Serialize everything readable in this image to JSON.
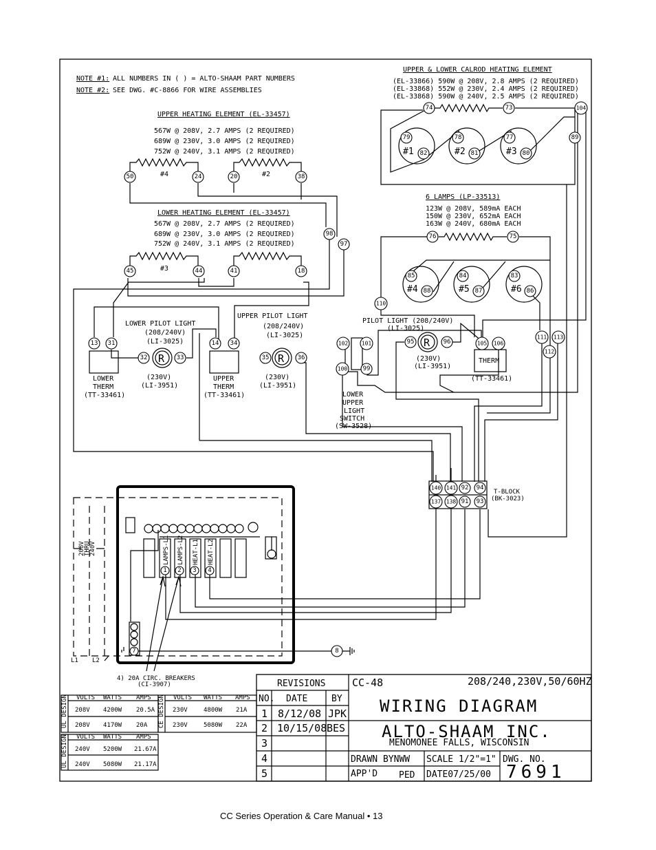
{
  "notes": {
    "note1_label": "NOTE #1:",
    "note1_text": "ALL NUMBERS IN ( ) = ALTO-SHAAM PART NUMBERS",
    "note2_label": "NOTE #2:",
    "note2_text": "SEE DWG. #C-8866 FOR WIRE ASSEMBLIES"
  },
  "upper_heating": {
    "title": "UPPER HEATING ELEMENT (EL-33457)",
    "specs": [
      "567W @ 208V, 2.7 AMPS (2 REQUIRED)",
      "689W @ 230V, 3.0 AMPS (2 REQUIRED)",
      "752W @ 240V, 3.1 AMPS (2 REQUIRED)"
    ],
    "element_a": "#4",
    "element_b": "#2"
  },
  "lower_heating": {
    "title": "LOWER HEATING ELEMENT (EL-33457)",
    "specs": [
      "567W @ 208V, 2.7 AMPS (2 REQUIRED)",
      "689W @ 230V, 3.0 AMPS (2 REQUIRED)",
      "752W @ 240V, 3.1 AMPS (2 REQUIRED)"
    ],
    "element_a": "#3"
  },
  "calrod": {
    "title": "UPPER & LOWER CALROD HEATING ELEMENT",
    "specs": [
      "(EL-33866) 590W @ 208V, 2.8 AMPS (2 REQUIRED)",
      "(EL-33868) 552W @ 230V, 2.4 AMPS (2 REQUIRED)",
      "(EL-33868) 590W @ 240V, 2.5 AMPS (2 REQUIRED)"
    ],
    "elements": [
      "#1",
      "#2",
      "#3"
    ]
  },
  "lamps": {
    "title": "6 LAMPS (LP-33513)",
    "specs": [
      "123W @ 208V, 589mA EACH",
      "150W @ 230V, 652mA EACH",
      "163W @ 240V, 680mA EACH"
    ],
    "elements": [
      "#4",
      "#5",
      "#6"
    ]
  },
  "lower_pilot": {
    "title": "LOWER PILOT LIGHT",
    "voltage": "(208/240V)",
    "part": "(LI-3025)",
    "v230": "(230V)",
    "part230": "(LI-3951)"
  },
  "upper_pilot": {
    "title": "UPPER PILOT LIGHT",
    "voltage": "(208/240V)",
    "part": "(LI-3025)",
    "v230": "(230V)",
    "part230": "(LI-3951)"
  },
  "pilot_light": {
    "title": "PILOT LIGHT (208/240V)",
    "part": "(LI-3025)",
    "v230": "(230V)",
    "part230": "(LI-3951)"
  },
  "lower_therm": {
    "l1": "LOWER",
    "l2": "THERM",
    "part": "(TT-33461)"
  },
  "upper_therm": {
    "l1": "UPPER",
    "l2": "THERM",
    "part": "(TT-33461)"
  },
  "therm": {
    "label": "THERM",
    "part": "(TT-33461)"
  },
  "light_switch": {
    "lines": [
      "LOWER",
      "UPPER",
      "LIGHT",
      "SWITCH",
      "(SW-3528)"
    ]
  },
  "r_symbol": "R",
  "tblock": {
    "title": "T-BLOCK",
    "part": "(BK-3023)",
    "top": [
      "140",
      "141",
      "92",
      "94"
    ],
    "bottom": [
      "137",
      "138",
      "91",
      "93"
    ]
  },
  "breakers": {
    "labels": [
      "LAMPS-L1",
      "LAMPS-L2",
      "HEAT-L1",
      "HEAT-L2"
    ],
    "numbers": [
      "1",
      "2",
      "3",
      "4"
    ],
    "caption": "4) 20A CIRC. BREAKERS",
    "part": "(CI-3907)"
  },
  "supply": {
    "voltage_lines": [
      "208V",
      "THRU",
      "240V"
    ],
    "l1": "L1",
    "l2": "L2",
    "ground_term": "7",
    "ground_node": "8"
  },
  "spec_tables": {
    "headers": [
      "VOLTS",
      "WATTS",
      "AMPS"
    ],
    "ul_label": "UL DESIGN",
    "ce_label": "CE DESIGN",
    "ul_rows": [
      [
        "208V",
        "4200W",
        "20.5A"
      ],
      [
        "208V",
        "4170W",
        "20A"
      ]
    ],
    "ce_rows": [
      [
        "230V",
        "4800W",
        "21A"
      ],
      [
        "230V",
        "5080W",
        "22A"
      ]
    ],
    "ul2_rows": [
      [
        "240V",
        "5200W",
        "21.67A"
      ],
      [
        "240V",
        "5080W",
        "21.17A"
      ]
    ]
  },
  "title_block": {
    "revisions_title": "REVISIONS",
    "col_no": "NO.",
    "col_date": "DATE",
    "col_by": "BY",
    "revisions": [
      {
        "no": "1",
        "date": "8/12/08",
        "by": "JPK"
      },
      {
        "no": "2",
        "date": "10/15/08",
        "by": "BES"
      },
      {
        "no": "3",
        "date": "",
        "by": ""
      },
      {
        "no": "4",
        "date": "",
        "by": ""
      },
      {
        "no": "5",
        "date": "",
        "by": ""
      }
    ],
    "model": "CC-48",
    "power": "208/240,230V,50/60HZ",
    "title": "WIRING DIAGRAM",
    "company": "ALTO-SHAAM INC.",
    "location": "MENOMONEE FALLS, WISCONSIN",
    "drawn_by": "DRAWN BYNWW",
    "scale": "SCALE 1/2\"=1\"",
    "dwg_no_label": "DWG. NO.",
    "dwg_no": "7691",
    "appd_label": "APP'D",
    "appd": "PED",
    "date": "DATE07/25/00"
  },
  "footer": "CC Series Operation & Care Manual  • 13"
}
